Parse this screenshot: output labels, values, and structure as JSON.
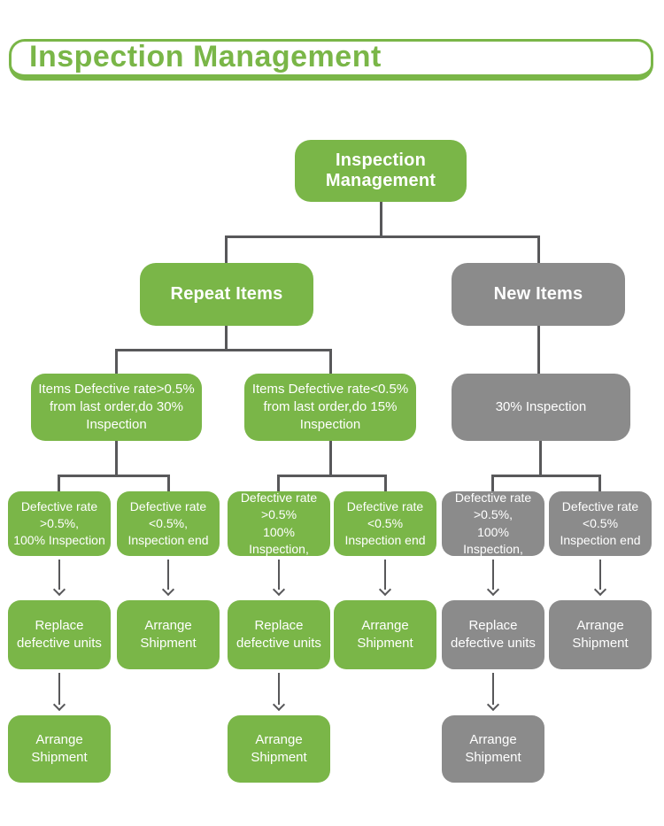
{
  "header": {
    "title": "Inspection Management"
  },
  "colors": {
    "green": "#7ab648",
    "gray": "#8b8b8b",
    "line": "#58585a",
    "node_text": "#ffffff",
    "background": "#ffffff"
  },
  "flow": {
    "root": {
      "label": "Inspection\nManagement",
      "color": "green"
    },
    "level2": [
      {
        "label": "Repeat Items",
        "color": "green"
      },
      {
        "label": "New Items",
        "color": "gray"
      }
    ],
    "level3": [
      {
        "label": "Items Defective rate>0.5%\nfrom last order,do 30%\nInspection",
        "color": "green"
      },
      {
        "label": "Items Defective rate<0.5%\nfrom last order,do 15%\nInspection",
        "color": "green"
      },
      {
        "label": "30% Inspection",
        "color": "gray"
      }
    ],
    "level4": [
      {
        "label": "Defective rate\n>0.5%,\n100% Inspection",
        "color": "green"
      },
      {
        "label": "Defective rate\n<0.5%,\nInspection end",
        "color": "green"
      },
      {
        "label": "Defective rate\n>0.5%\n100% Inspection,",
        "color": "green"
      },
      {
        "label": "Defective rate\n<0.5%\nInspection end",
        "color": "green"
      },
      {
        "label": "Defective rate\n>0.5%,\n100% Inspection,",
        "color": "gray"
      },
      {
        "label": "Defective rate\n<0.5%\nInspection end",
        "color": "gray"
      }
    ],
    "level5": [
      {
        "label": "Replace\ndefective units",
        "color": "green"
      },
      {
        "label": "Arrange\nShipment",
        "color": "green"
      },
      {
        "label": "Replace\ndefective units",
        "color": "green"
      },
      {
        "label": "Arrange\nShipment",
        "color": "green"
      },
      {
        "label": "Replace\ndefective units",
        "color": "gray"
      },
      {
        "label": "Arrange\nShipment",
        "color": "gray"
      }
    ],
    "level6": [
      {
        "label": "Arrange\nShipment",
        "color": "green"
      },
      {
        "label": "Arrange\nShipment",
        "color": "green"
      },
      {
        "label": "Arrange\nShipment",
        "color": "gray"
      }
    ]
  }
}
